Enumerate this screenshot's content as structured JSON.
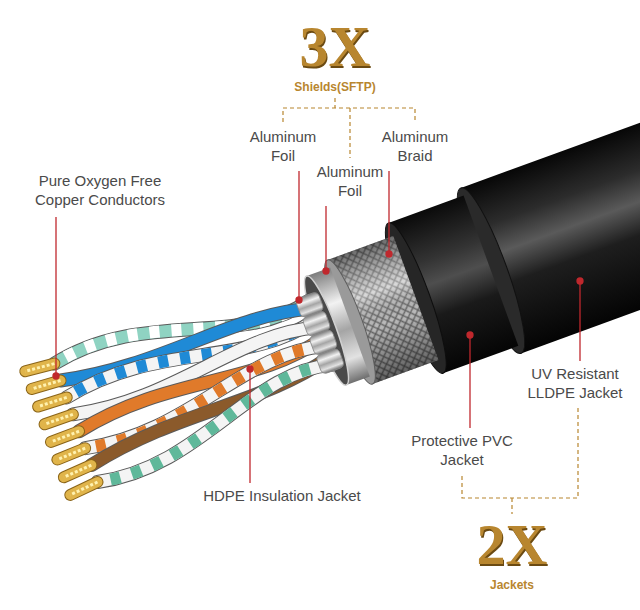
{
  "diagram": {
    "labels": [
      "3X",
      "Shields(SFTP)",
      "Aluminum Foil",
      "Aluminum Foil",
      "Aluminum Braid",
      "Pure Oxygen Free Copper Conductors",
      "UV Resistant LLDPE Jacket",
      "Protective PVC Jacket",
      "HDPE Insulation Jacket",
      "2X",
      "Jackets"
    ]
  }
}
